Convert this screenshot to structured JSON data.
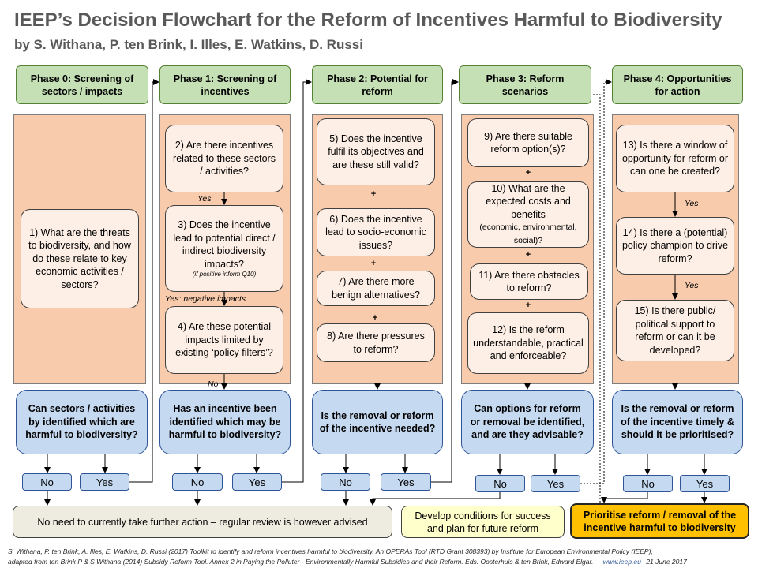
{
  "title": "IEEP’s Decision Flowchart for the Reform of Incentives Harmful to Biodiversity",
  "subtitle": "by S. Withana,  P. ten Brink,  I. Illes,  E. Watkins,  D. Russi",
  "phases": [
    "Phase  0: Screening of sectors / impacts",
    "Phase 1: Screening of incentives",
    "Phase 2: Potential for reform",
    "Phase 3: Reform scenarios",
    "Phase 4: Opportunities for action"
  ],
  "questions": {
    "q1": "1) What are the threats to biodiversity,  and how do these relate to key economic activities / sectors?",
    "q2": "2) Are there incentives related to these sectors / activities?",
    "q3": "3) Does the incentive lead to potential direct / indirect biodiversity impacts?",
    "q3_note": "(if positive inform Q10)",
    "q4": "4) Are these potential impacts limited by existing ‘policy filters’?",
    "q5": "5) Does the incentive fulfil  its objectives and are these still valid?",
    "q6": "6) Does the incentive lead to socio-economic issues?",
    "q7": "7) Are there more benign alternatives?",
    "q8": "8) Are there pressures to reform?",
    "q9": "9) Are there suitable reform option(s)?",
    "q10": "10) What are the expected costs and benefits",
    "q10_note": "(economic, environmental, social)?",
    "q11": "11) Are there obstacles to reform?",
    "q12": "12) Is the reform understandable, practical and enforceable?",
    "q13": "13) Is there a window of opportunity for reform or can one be created?",
    "q14": "14) Is there a (potential) policy champion to drive reform?",
    "q15": "15) Is there public/ political support to reform or can it be developed?"
  },
  "connector_labels": {
    "yes": "Yes",
    "yes_negative": "Yes: negative   impacts",
    "no": "No",
    "plus": "+"
  },
  "decisions": [
    "Can sectors / activities by identified which are harmful to biodiversity?",
    "Has an incentive been identified which may be harmful to biodiversity?",
    "Is the removal or reform of the incentive needed?",
    "Can options for reform or removal be identified, and are they advisable?",
    "Is the removal or reform of the incentive timely & should it be prioritised?"
  ],
  "answers": {
    "no": "No",
    "yes": "Yes"
  },
  "outcomes": {
    "no_action": "No need to currently take further action – regular review is however advised",
    "develop": "Develop conditions for success and plan for future reform",
    "prioritise": "Prioritise reform / removal of the incentive harmful to biodiversity"
  },
  "footer": {
    "line1": "S. Withana, P. ten Brink, A. Illes, E. Watkins, D. Russi  (2017)  Toolkit to identify and reform  incentives harmful  to biodiversity. An OPERAs Tool (RTD Grant 308393)  by Institute for European Environmental Policy (IEEP),",
    "line2": "adapted from  ten Brink P & S Withana  (2014) Subsidy Reform Tool.  Annex 2 in Paying the Polluter - Environmentally  Harmful Subsidies and their Reform. Eds. Oosterhuis & ten Brink, Edward Elgar.",
    "website": "www.ieep.eu",
    "date": "21 June 2017"
  }
}
